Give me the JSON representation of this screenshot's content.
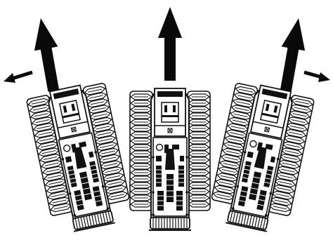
{
  "figure": {
    "background": "#ffffff",
    "ink": "#111111",
    "arrow_color": "#0a0a0a",
    "panels": [
      {
        "id": "left-turn",
        "heading_deg": -12,
        "side_arrow": "left"
      },
      {
        "id": "straight",
        "heading_deg": 0,
        "side_arrow": null
      },
      {
        "id": "right-turn",
        "heading_deg": 12,
        "side_arrow": "right"
      }
    ]
  }
}
